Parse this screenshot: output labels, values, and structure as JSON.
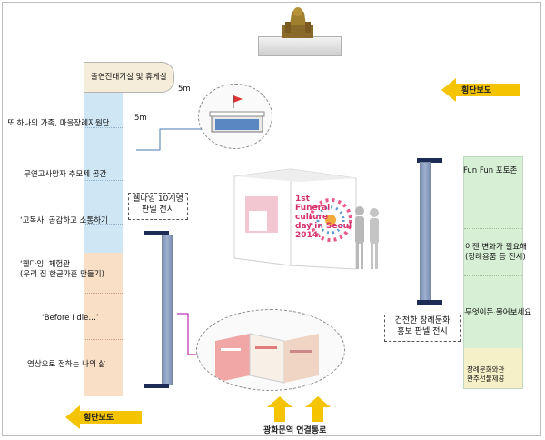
{
  "left_labels": [
    "또 하나의 가족, 마을장례지원단",
    "무연고사망자 추모제 공간",
    "‘고독사’ 공감하고 소통하기",
    "‘웰다잉’ 체험관",
    "(우리 집 한글가훈 만들기)",
    "‘Before I die…’",
    "영상으로 전하는 나의 삶"
  ],
  "top_room": "출연진대기실 및 휴게실",
  "dim_5m_a": "5m",
  "dim_5m_b": "5m",
  "left_callout": [
    "웰다잉 10계명",
    "판넬 전시"
  ],
  "right_callout": [
    "건전한 장례문화",
    "홍보 판넬 전시"
  ],
  "right_labels": [
    "Fun Fun 포토존",
    "이젠 변화가 필요해",
    "(장례용품 등 전시)",
    "무엇이든 물어보세요",
    "장례문화와관",
    "완주선물제공"
  ],
  "crosswalk_top_right": "횡단보도",
  "crosswalk_bottom_left": "횡단보도",
  "bottom_arrow_label": "광화문역 연결통로",
  "cube_text": [
    "1st",
    "Funeral",
    "culture",
    "day in Seoul",
    "2014."
  ],
  "colors": {
    "arrow": "#f5c400",
    "left_blue": "#cfe6f4",
    "left_orange": "#f8dfc6",
    "right_green": "#d7efd5",
    "bar_cap": "#1d2b57",
    "pink_line": "#b100a6"
  }
}
